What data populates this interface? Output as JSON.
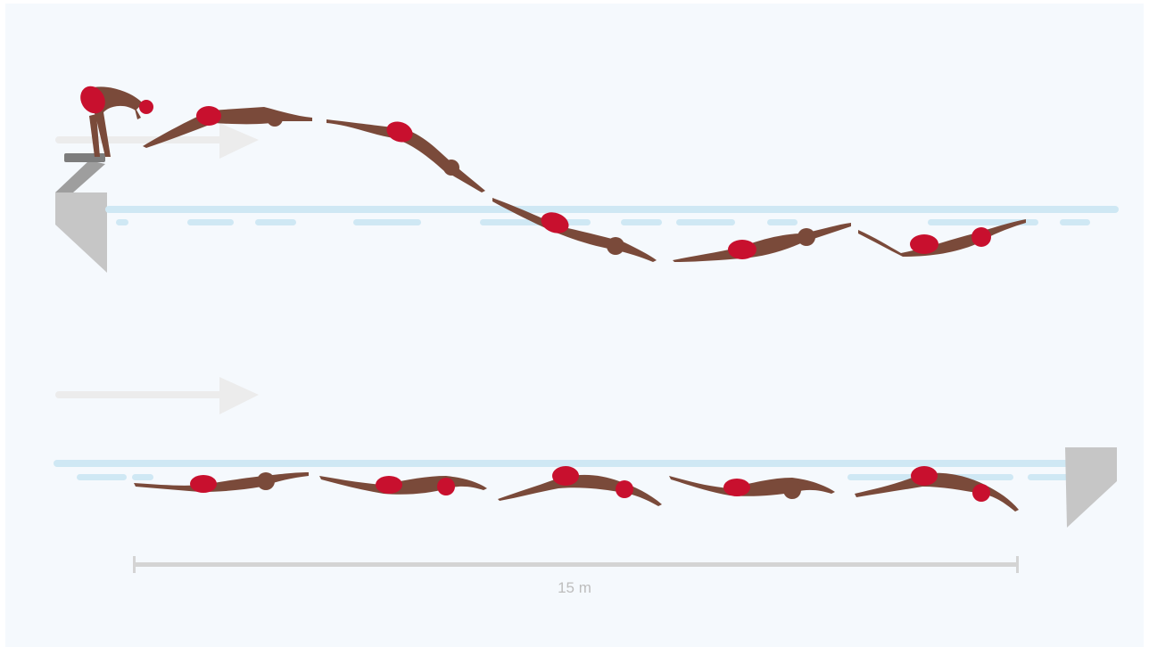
{
  "diagram": {
    "scale_label": "15 m",
    "colors": {
      "background": "#f5f9fd",
      "water": "#cfe8f4",
      "skin": "#7a4a3a",
      "suit": "#c8102e",
      "block": "#c8c8c8",
      "arrow": "#ececec",
      "scale": "#d4d4d4"
    },
    "top_row_frames": [
      "crouch",
      "flight",
      "dive",
      "entry",
      "glide",
      "kick"
    ],
    "bottom_row_frames": [
      "stroke-a",
      "stroke-b",
      "stroke-c",
      "stroke-d",
      "stroke-e"
    ]
  }
}
